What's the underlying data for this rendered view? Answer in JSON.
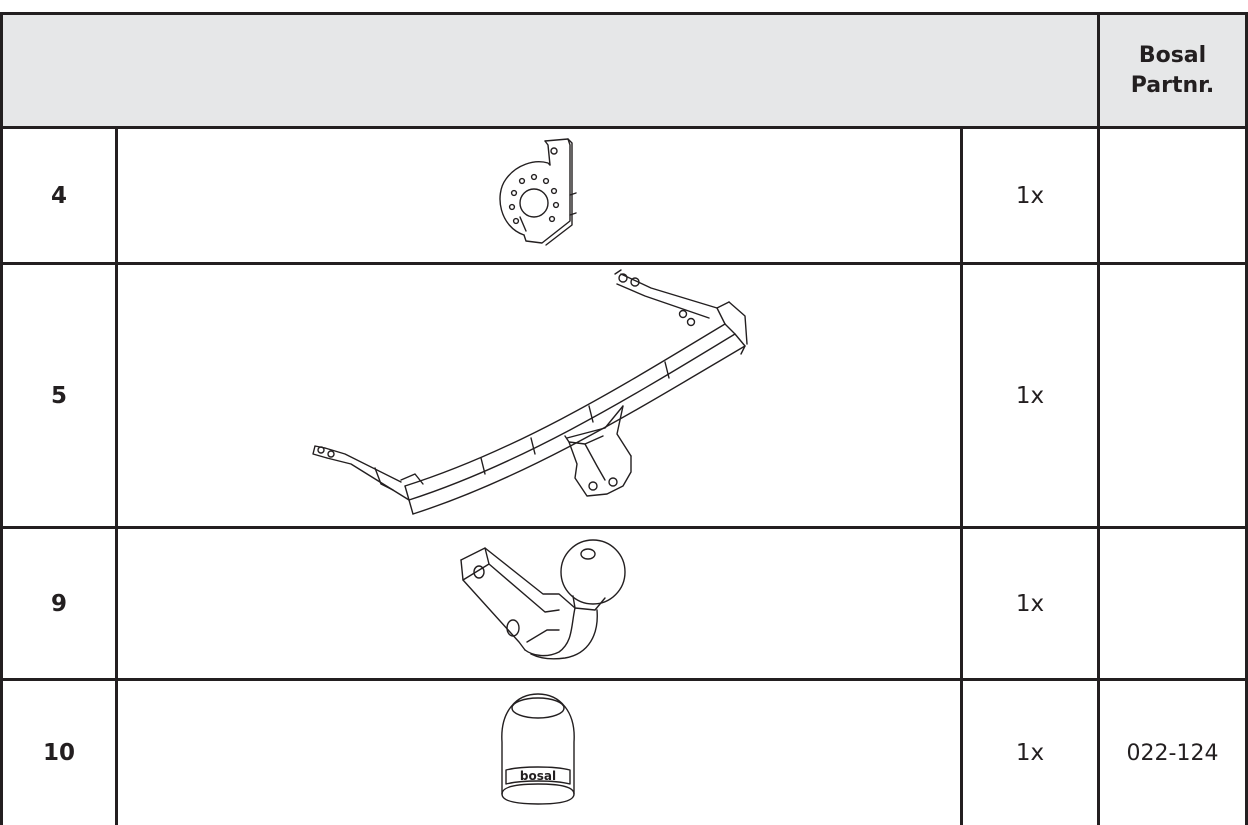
{
  "header": {
    "left_blank": "",
    "col_partnr_line1": "Bosal",
    "col_partnr_line2": "Partnr."
  },
  "rows": [
    {
      "num": "4",
      "icon": "socket-bracket-icon",
      "qty": "1x",
      "partnr": ""
    },
    {
      "num": "5",
      "icon": "towbar-crossbar-icon",
      "qty": "1x",
      "partnr": ""
    },
    {
      "num": "9",
      "icon": "tow-ball-neck-icon",
      "qty": "1x",
      "partnr": ""
    },
    {
      "num": "10",
      "icon": "ball-cover-cap-icon",
      "qty": "1x",
      "partnr": "022-124",
      "cap_logo": "bosal"
    }
  ]
}
